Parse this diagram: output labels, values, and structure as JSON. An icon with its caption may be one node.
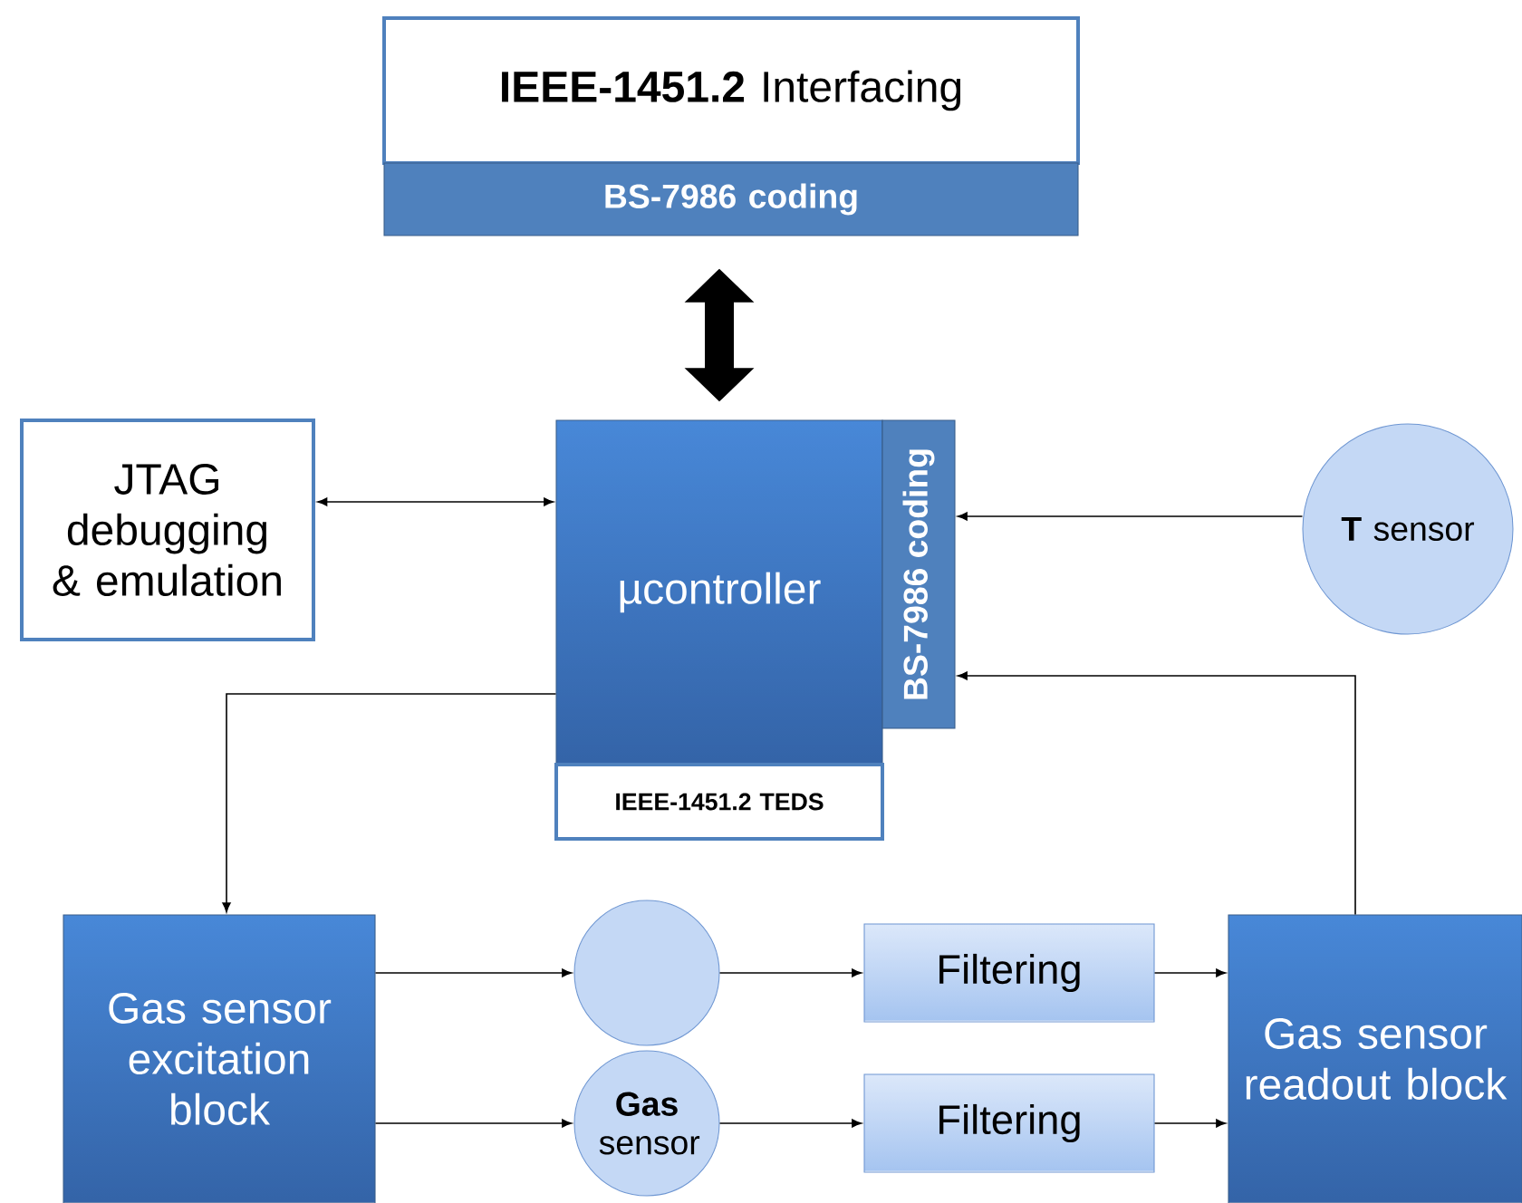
{
  "diagram": {
    "nodes": [
      {
        "text": [
          "**IEEE-1451.2** Interfacing"
        ]
      },
      {
        "text": [
          "BS-7986 coding"
        ]
      },
      {
        "text": [
          "µcontroller"
        ]
      },
      {
        "text": [
          "BS-7986 coding"
        ]
      },
      {
        "text": [
          "IEEE-1451.2 TEDS"
        ]
      },
      {
        "text": [
          "JTAG debugging & emulation"
        ]
      },
      {
        "text": [
          "**T** sensor"
        ]
      },
      {
        "text": [
          "Gas sensor excitation block"
        ]
      },
      {
        "text": [],
        "shape": "circle"
      },
      {
        "text": [
          "**Gas** sensor"
        ]
      },
      {
        "text": [
          "Filtering"
        ]
      },
      {
        "text": [
          "Filtering"
        ]
      },
      {
        "text": [
          "Gas sensor readout block"
        ]
      }
    ],
    "edges": [
      {
        "from": 1,
        "to": 2,
        "arrow": "both",
        "style": "thick"
      },
      {
        "from": 5,
        "to": 2,
        "arrow": "both"
      },
      {
        "from": 6,
        "to": 3,
        "arrow": "to"
      },
      {
        "from": 12,
        "to": 3,
        "arrow": "to"
      },
      {
        "from": 2,
        "to": 7,
        "arrow": "to"
      },
      {
        "from": 7,
        "to": 8,
        "arrow": "to"
      },
      {
        "from": 7,
        "to": 9,
        "arrow": "to"
      },
      {
        "from": 8,
        "to": 10,
        "arrow": "to"
      },
      {
        "from": 9,
        "to": 11,
        "arrow": "to"
      },
      {
        "from": 10,
        "to": 12,
        "arrow": "to"
      },
      {
        "from": 11,
        "to": 12,
        "arrow": "to"
      }
    ]
  }
}
